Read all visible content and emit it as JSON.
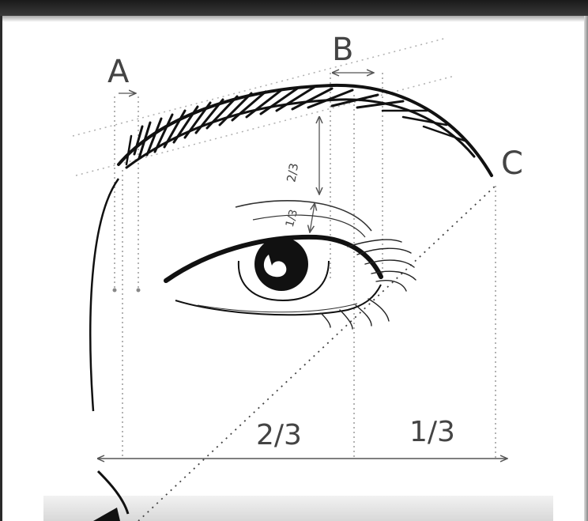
{
  "labels": {
    "point_a": "A",
    "point_b": "B",
    "point_c": "C",
    "brow_height": "2/3",
    "lid_height": "1/3",
    "base_left": "2/3",
    "base_right": "1/3"
  },
  "colors": {
    "ink": "#111111",
    "guide": "#9a9a9a",
    "label": "#444444",
    "frame": "#2a2a2a"
  }
}
